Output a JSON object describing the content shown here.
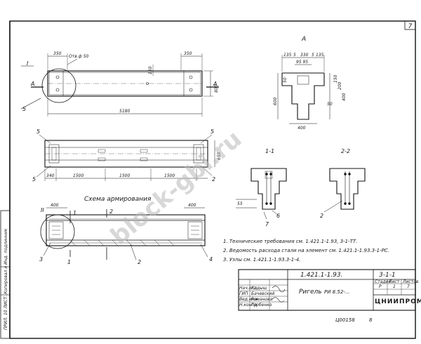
{
  "sheet": {
    "page_number": "7",
    "watermark": "block-gbi.ru",
    "bottom_code": "Ц00158",
    "bottom_sheet": "8"
  },
  "left_strip": {
    "label": "ПРИЛ. 10 ЛИСТ. Копировал и Инд. подлинник"
  },
  "plan_view": {
    "section_mark": "I",
    "section_mark_bottom": "5",
    "cut_letter": "А",
    "dim_left": "350",
    "dim_right": "350",
    "hole_label": "Отв.ф 50",
    "dim_mid": "150",
    "dim_height": "800",
    "dim_total": "5180"
  },
  "side_view": {
    "mark_5_left": "5",
    "mark_5_right": "5",
    "mark_5_bottom": "5",
    "mark_2_right": "2",
    "dim_height": "650",
    "dims": [
      "340",
      "1500",
      "1500",
      "1500"
    ]
  },
  "view_a": {
    "title": "А",
    "dims_top": [
      "135",
      "5",
      "330",
      "5",
      "135"
    ],
    "dim_95": "95 95",
    "dim_600": "600",
    "dim_400": "400",
    "dims_right": [
      "150",
      "200",
      "400"
    ],
    "dim_left": "50",
    "dim_50": "50"
  },
  "section_11": {
    "title": "1-1",
    "labels": [
      "55",
      "6",
      "7"
    ]
  },
  "section_22": {
    "title": "2-2",
    "label": "2"
  },
  "reinforcement": {
    "title": "Схема армирования",
    "mark_II": "II",
    "dim_400_left": "400",
    "dim_400_right": "400",
    "marks": [
      "3",
      "1",
      "2",
      "4",
      "1",
      "2"
    ]
  },
  "notes": [
    "1. Технические требования см. 1.421.1-1.93, 3-1-ТТ.",
    "2. Ведомость расхода стали на элемент см. 1.421.1-1.93.3-1-РС.",
    "3. Узлы см. 1.421.1-1.93.3-1-4."
  ],
  "title_block": {
    "series": "1.421.1-1.93.",
    "sheet_code": "3-1-1",
    "name": "Ригель",
    "mark": "РИ 8.52-...",
    "stadia_label": "Стадия",
    "list_label": "Лист",
    "lists_label": "Листов",
    "stadia": "Р",
    "list": "1",
    "lists": "7",
    "org": "ЦНИИПРОМЗДАНИЙ",
    "roles": [
      "Нач.отд.",
      "ГИП",
      "Вед.инж.",
      "Н.контр."
    ],
    "names": [
      "Кодыш",
      "Бачевский",
      "Романова",
      "Горбенко"
    ]
  }
}
